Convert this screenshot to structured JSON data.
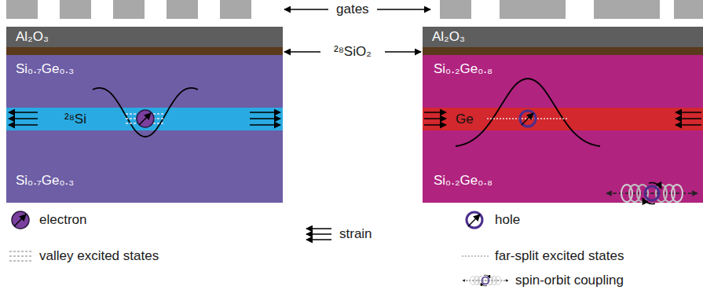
{
  "diagram": {
    "nodes": [
      {
        "text": [
          "Al₂O₃"
        ]
      },
      {
        "text": [
          "Si₀.₇Ge₀.₃"
        ]
      },
      {
        "text": [
          "²⁸Si"
        ]
      },
      {
        "text": [
          "Si₀.₇Ge₀.₃"
        ]
      },
      {
        "text": [
          "Al₂O₃"
        ]
      },
      {
        "text": [
          "Si₀.₂Ge₀.₈"
        ]
      },
      {
        "text": [
          "Ge"
        ]
      },
      {
        "text": [
          "Si₀.₂Ge₀.₈"
        ]
      }
    ],
    "labels": [
      "gates",
      "²⁸SiO₂"
    ],
    "legend": [
      {
        "text": "electron"
      },
      {
        "text": "valley excited states"
      },
      {
        "text": "strain"
      },
      {
        "text": "hole"
      },
      {
        "text": "far-split excited states"
      },
      {
        "text": "spin-orbit coupling"
      }
    ]
  }
}
